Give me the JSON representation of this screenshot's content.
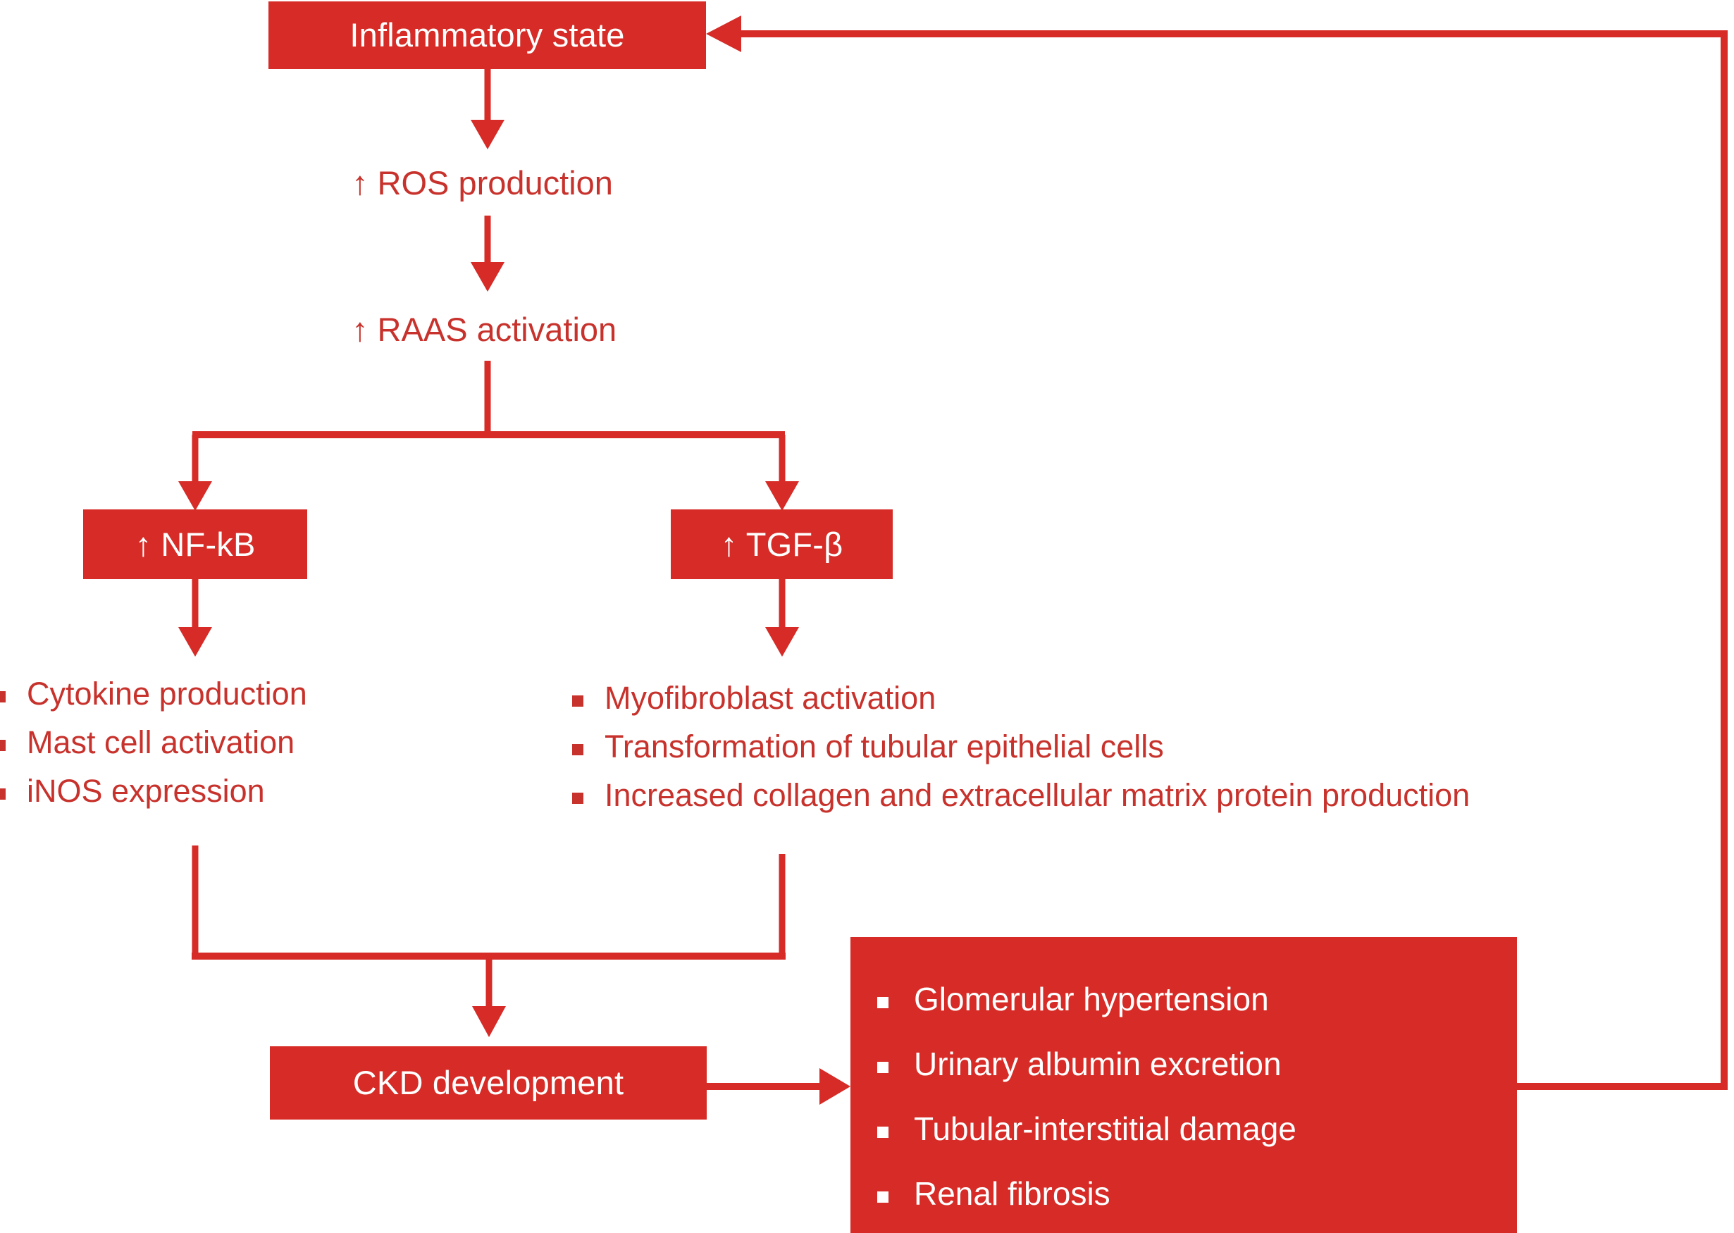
{
  "theme": {
    "accent_red": "#D62B26",
    "text_red": "#C8322C",
    "on_accent_text": "#FFFFFF",
    "background": "#FFFFFF"
  },
  "diagram": {
    "type": "flowchart",
    "title": "Inflammatory state to CKD development feedback loop",
    "nodes": {
      "inflammatory_state": {
        "label": "Inflammatory state",
        "style": "filled-box"
      },
      "ros_production": {
        "label": "↑ ROS production",
        "style": "plain-text"
      },
      "raas_activation": {
        "label": "↑ RAAS activation",
        "style": "plain-text"
      },
      "nf_kb": {
        "label": "↑ NF-kB",
        "style": "filled-box"
      },
      "tgf_beta": {
        "label": "↑ TGF-β",
        "style": "filled-box"
      },
      "ckd_development": {
        "label": "CKD development",
        "style": "filled-box"
      }
    },
    "lists": {
      "nfkb_effects": [
        "Cytokine production",
        "Mast cell activation",
        "iNOS expression"
      ],
      "tgfb_effects": [
        "Myofibroblast activation",
        "Transformation of tubular epithelial cells",
        "Increased collagen and extracellular matrix protein production"
      ],
      "ckd_outcomes": [
        "Glomerular hypertension",
        "Urinary albumin excretion",
        "Tubular-interstitial damage",
        "Renal fibrosis"
      ]
    },
    "edges": [
      {
        "from": "inflammatory_state",
        "to": "ros_production",
        "kind": "arrow-down"
      },
      {
        "from": "ros_production",
        "to": "raas_activation",
        "kind": "arrow-down"
      },
      {
        "from": "raas_activation",
        "to": "nf_kb",
        "kind": "branch-arrow-down"
      },
      {
        "from": "raas_activation",
        "to": "tgf_beta",
        "kind": "branch-arrow-down"
      },
      {
        "from": "nf_kb",
        "to": "nfkb_effects",
        "kind": "arrow-down"
      },
      {
        "from": "tgf_beta",
        "to": "tgfb_effects",
        "kind": "arrow-down"
      },
      {
        "from": "nfkb_effects",
        "to": "ckd_development",
        "kind": "merge-arrow-down"
      },
      {
        "from": "tgfb_effects",
        "to": "ckd_development",
        "kind": "merge-arrow-down"
      },
      {
        "from": "ckd_development",
        "to": "ckd_outcomes",
        "kind": "arrow-right"
      },
      {
        "from": "ckd_outcomes",
        "to": "inflammatory_state",
        "kind": "feedback-arrow-left"
      }
    ]
  }
}
